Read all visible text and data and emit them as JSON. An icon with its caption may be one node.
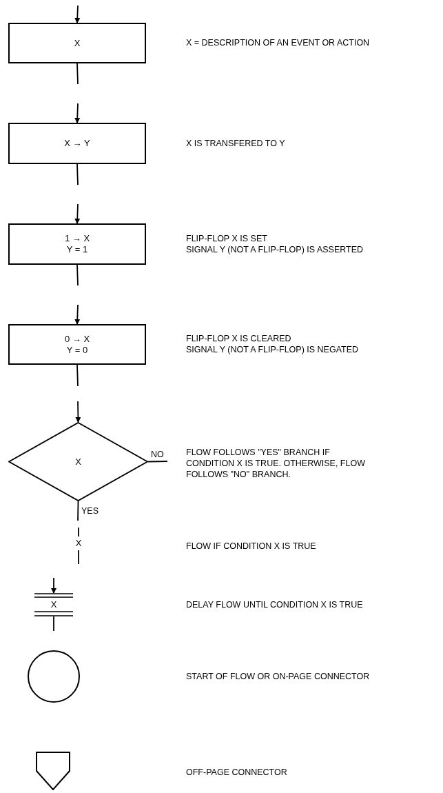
{
  "diagram": {
    "nodes": [
      {
        "text": [
          "X"
        ]
      },
      {
        "text": [
          "X → Y"
        ]
      },
      {
        "text": [
          "1 → X",
          "Y = 1"
        ]
      },
      {
        "text": [
          "0 → X",
          "Y = 0"
        ]
      },
      {
        "text": [
          "X"
        ]
      },
      {
        "text": [
          "X"
        ]
      },
      {
        "text": [
          "X"
        ]
      },
      {
        "text": [],
        "shape": "circle"
      },
      {
        "text": [],
        "shape": "pentagon"
      }
    ],
    "edges": [
      {
        "from": null,
        "to": 0,
        "arrow": "to"
      },
      {
        "from": 0,
        "to": null,
        "arrow": "none"
      },
      {
        "from": null,
        "to": 1,
        "arrow": "to"
      },
      {
        "from": 1,
        "to": null,
        "arrow": "none"
      },
      {
        "from": null,
        "to": 2,
        "arrow": "to"
      },
      {
        "from": 2,
        "to": null,
        "arrow": "none"
      },
      {
        "from": null,
        "to": 3,
        "arrow": "to"
      },
      {
        "from": 3,
        "to": null,
        "arrow": "none"
      },
      {
        "from": null,
        "to": 4,
        "arrow": "to"
      },
      {
        "from": 4,
        "to": null,
        "arrow": "none",
        "label": "YES"
      },
      {
        "from": 4,
        "to": null,
        "arrow": "none",
        "label": "NO"
      },
      {
        "from": null,
        "to": 5,
        "arrow": "none"
      },
      {
        "from": 5,
        "to": null,
        "arrow": "none"
      },
      {
        "from": null,
        "to": 6,
        "arrow": "to"
      },
      {
        "from": 6,
        "to": null,
        "arrow": "none"
      }
    ],
    "labels": [
      "X = DESCRIPTION OF AN EVENT OR ACTION",
      "X IS TRANSFERED TO Y",
      "FLIP-FLOP X IS SET",
      "SIGNAL Y (NOT A FLIP-FLOP) IS ASSERTED",
      "FLIP-FLOP X IS CLEARED",
      "SIGNAL Y (NOT A FLIP-FLOP) IS NEGATED",
      "FLOW FOLLOWS \"YES\" BRANCH IF CONDITION X IS TRUE. OTHERWISE, FLOW FOLLOWS \"NO\" BRANCH.",
      "FLOW IF CONDITION X IS TRUE",
      "DELAY FLOW UNTIL CONDITION X IS TRUE",
      "START OF FLOW OR ON-PAGE CONNECTOR",
      "OFF-PAGE CONNECTOR"
    ]
  }
}
